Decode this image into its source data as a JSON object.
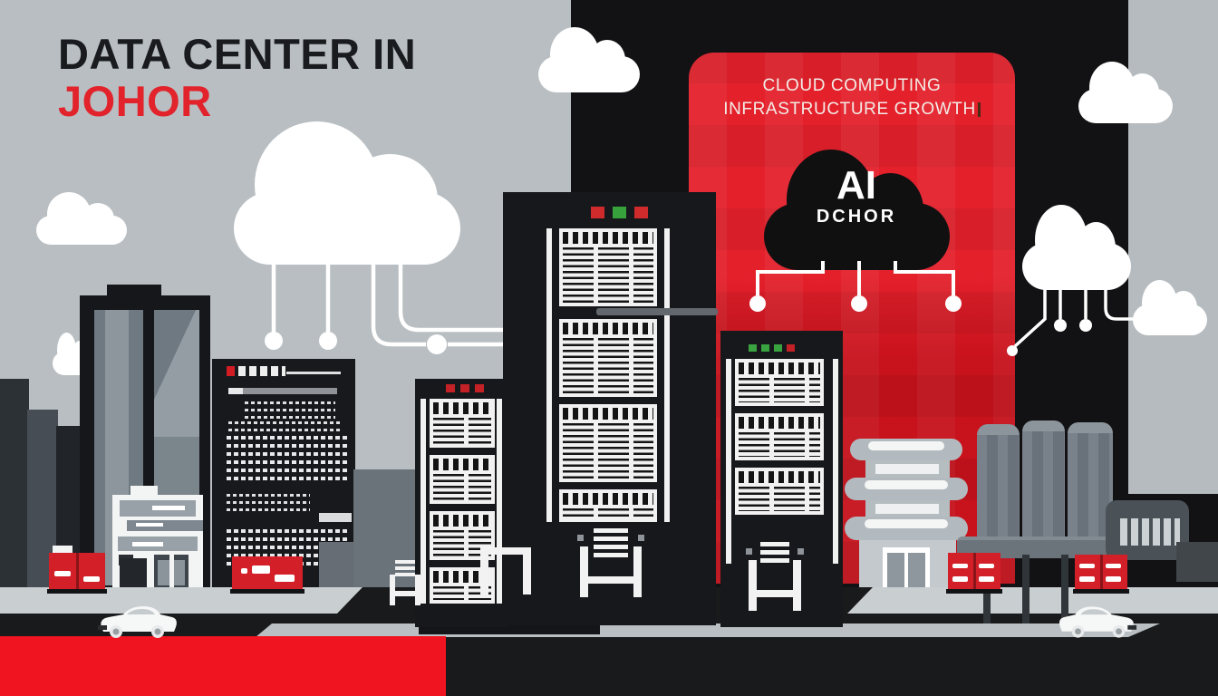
{
  "title": {
    "line1": "DATA CENTER IN",
    "line2": "JOHOR"
  },
  "red_panel": {
    "heading_line1": "CLOUD COMPUTING",
    "heading_line2": "INFRASTRUCTURE GROWTH"
  },
  "ai_cloud": {
    "label": "AI",
    "sublabel": "DCHOR"
  },
  "colors": {
    "background_grey": "#b8bec1",
    "background_black": "#121214",
    "accent_red": "#e31420",
    "title_red": "#e2232b",
    "kiosk_red": "#d32028",
    "ground_red": "#ef1420",
    "status_green": "#37a23c",
    "status_red": "#cf2b2d",
    "sidewalk_grey": "#c9ced1",
    "road_black": "#191a1c"
  }
}
